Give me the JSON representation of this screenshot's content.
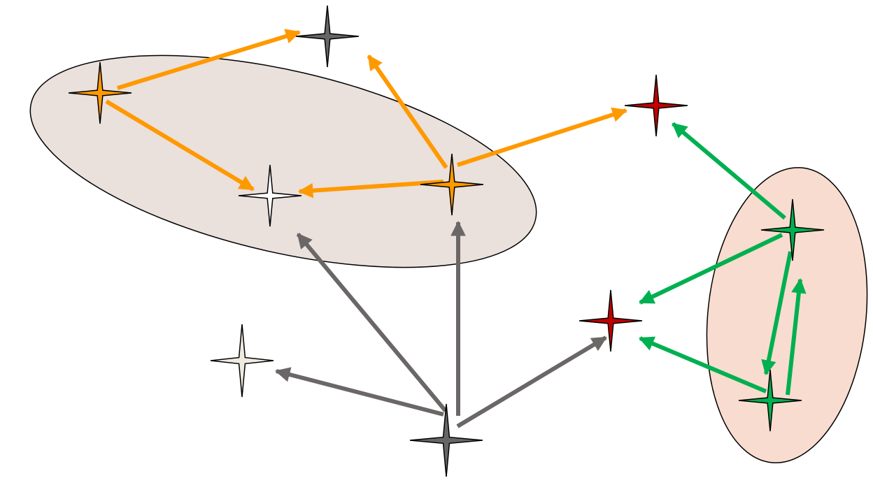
{
  "colors": {
    "background": "#ffffff",
    "cluster_left_fill": "#eae0dc",
    "cluster_right_fill": "#f8dccf",
    "outline": "#000000",
    "arrow_orange": "#ff9900",
    "arrow_gray": "#6b6767",
    "arrow_green": "#00b050"
  },
  "clusters": [
    {
      "id": "cluster-left",
      "fill": "#eae0dc"
    },
    {
      "id": "cluster-right",
      "fill": "#f8dccf"
    }
  ],
  "nodes": [
    {
      "id": "gray-top",
      "color": "#666666",
      "icon": "four-point-star-icon"
    },
    {
      "id": "orange-left",
      "color": "#ff9900",
      "icon": "four-point-star-icon"
    },
    {
      "id": "red-top",
      "color": "#c00000",
      "icon": "four-point-star-icon"
    },
    {
      "id": "white-center",
      "color": "#ffffff",
      "icon": "four-point-star-icon"
    },
    {
      "id": "orange-center",
      "color": "#ff9900",
      "icon": "four-point-star-icon"
    },
    {
      "id": "green-top",
      "color": "#00b050",
      "icon": "four-point-star-icon"
    },
    {
      "id": "red-mid",
      "color": "#c00000",
      "icon": "four-point-star-icon"
    },
    {
      "id": "beige-left",
      "color": "#eeeae0",
      "icon": "four-point-star-icon"
    },
    {
      "id": "green-bottom",
      "color": "#00b050",
      "icon": "four-point-star-icon"
    },
    {
      "id": "gray-bottom",
      "color": "#666666",
      "icon": "four-point-star-icon"
    }
  ],
  "edges": [
    {
      "from": "orange-left",
      "to": "gray-top",
      "color": "#ff9900"
    },
    {
      "from": "orange-left",
      "to": "white-center",
      "color": "#ff9900"
    },
    {
      "from": "orange-center",
      "to": "gray-top",
      "color": "#ff9900"
    },
    {
      "from": "orange-center",
      "to": "white-center",
      "color": "#ff9900"
    },
    {
      "from": "orange-center",
      "to": "red-top",
      "color": "#ff9900"
    },
    {
      "from": "green-top",
      "to": "red-top",
      "color": "#00b050"
    },
    {
      "from": "green-top",
      "to": "red-mid",
      "color": "#00b050"
    },
    {
      "from": "green-top",
      "to": "green-bottom",
      "color": "#00b050"
    },
    {
      "from": "green-bottom",
      "to": "green-top",
      "color": "#00b050"
    },
    {
      "from": "green-bottom",
      "to": "red-mid",
      "color": "#00b050"
    },
    {
      "from": "gray-bottom",
      "to": "beige-left",
      "color": "#6b6767"
    },
    {
      "from": "gray-bottom",
      "to": "white-center",
      "color": "#6b6767"
    },
    {
      "from": "gray-bottom",
      "to": "orange-center",
      "color": "#6b6767"
    },
    {
      "from": "gray-bottom",
      "to": "red-mid",
      "color": "#6b6767"
    }
  ]
}
